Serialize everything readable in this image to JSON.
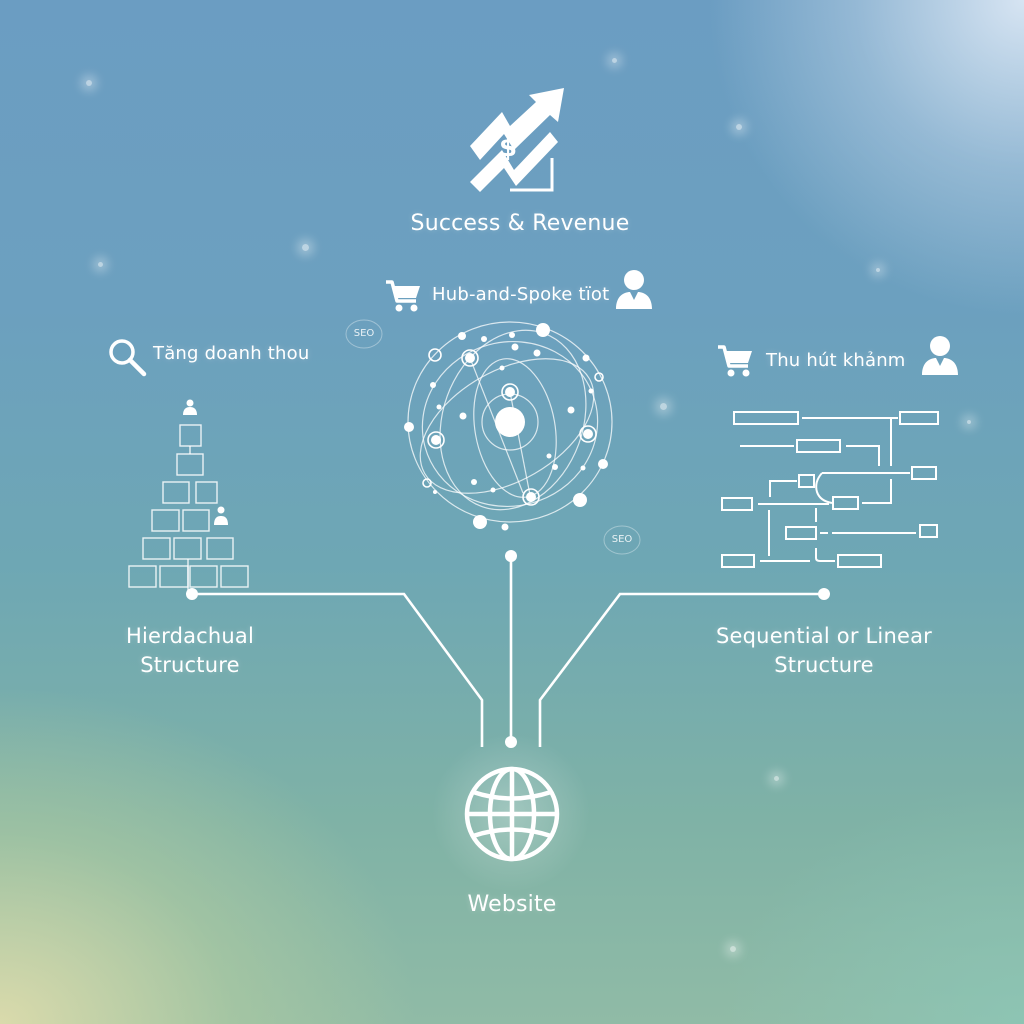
{
  "title": "Success & Revenue",
  "top_tags": {
    "hub_spoke": "Hub-and-Spoke tı̈ot",
    "left": "Tăng doanh thou",
    "right": "Thu hút khảnm"
  },
  "badges": {
    "seo_left": "SEO",
    "seo_right": "SEO"
  },
  "structures": {
    "hierarchical": {
      "line1": "Hierdachual",
      "line2": "Structure"
    },
    "sequential": {
      "line1": "Sequential or Linear",
      "line2": "Structure"
    }
  },
  "root": {
    "label": "Website"
  },
  "icons": {
    "success": "trend-up-dollar-icon",
    "hub_cart": "shopping-cart-icon",
    "hub_user": "user-icon",
    "left_search": "search-icon",
    "right_cart": "shopping-cart-icon",
    "right_user": "user-icon",
    "root": "globe-icon"
  },
  "colors": {
    "foreground": "#ffffff",
    "bg_top": "#6b9dc2",
    "bg_bottom": "#90bba6",
    "bg_corner_tr": "#dce8f5",
    "bg_corner_bl": "#dedcac"
  }
}
